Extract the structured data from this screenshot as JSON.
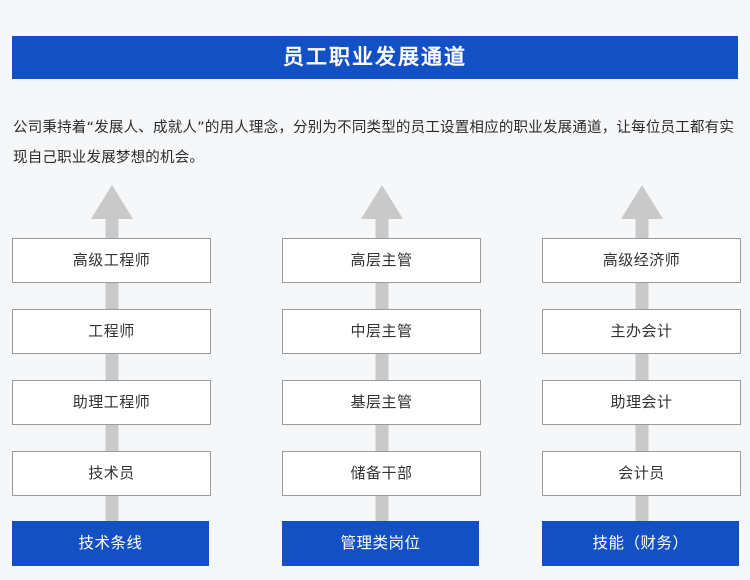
{
  "page": {
    "background_color": "#f6f7f9",
    "accent_color": "#1350c4",
    "box_border_color": "#9b9b9b",
    "arrow_color": "#c9c9c9"
  },
  "banner": {
    "title": "员工职业发展通道"
  },
  "intro": {
    "text": "公司秉持着“发展人、成就人”的用人理念，分别为不同类型的员工设置相应的职业发展通道，让每位员工都有实现自己职业发展梦想的机会。"
  },
  "columns": [
    {
      "id": "technical",
      "nodes": [
        "高级工程师",
        "工程师",
        "助理工程师",
        "技术员"
      ],
      "footer": "技术条线"
    },
    {
      "id": "management",
      "nodes": [
        "高层主管",
        "中层主管",
        "基层主管",
        "储备干部"
      ],
      "footer": "管理类岗位"
    },
    {
      "id": "finance",
      "nodes": [
        "高级经济师",
        "主办会计",
        "助理会计",
        "会计员"
      ],
      "footer": "技能（财务）"
    }
  ]
}
